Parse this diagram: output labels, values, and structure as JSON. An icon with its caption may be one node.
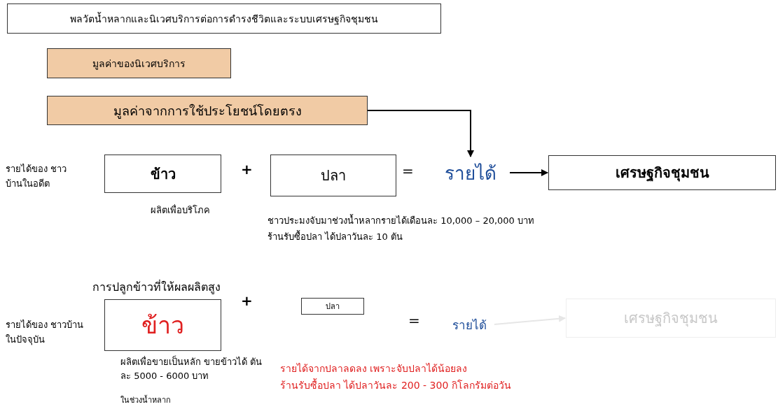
{
  "diagram": {
    "nodes": [
      {
        "text": [
          "พลวัตน้ำหลากและนิเวศบริการต่อการดำรงชีวิตและระบบเศรษฐกิจชุมชน"
        ]
      },
      {
        "text": [
          "มูลค่าของนิเวศบริการ"
        ]
      },
      {
        "text": [
          "มูลค่าจากการใช้ประโยชน์โดยตรง"
        ]
      },
      {
        "text": [
          "ข้าว"
        ],
        "beside": [
          "ผลิตเพื่อบริโภค"
        ]
      },
      {
        "text": [
          "ปลา"
        ]
      },
      {
        "text": [
          "รายได้"
        ]
      },
      {
        "text": [
          "เศรษฐกิจชุมชน"
        ]
      },
      {
        "text": [
          "ข้าว"
        ],
        "beside": [
          "ผลิตเพื่อขายเป็นหลัก ขายข้าวได้ ตันละ 5000 - 6000 บาท",
          "ในช่วงน้ำหลาก"
        ]
      },
      {
        "text": [
          "ปลา"
        ]
      },
      {
        "text": [
          "รายได้"
        ]
      },
      {
        "text": [
          "เศรษฐกิจชุมชน"
        ]
      }
    ],
    "edges": [
      {
        "from": 2,
        "to": 5,
        "arrow": "to"
      },
      {
        "from": 5,
        "to": 6,
        "arrow": "to"
      },
      {
        "from": 9,
        "to": 10,
        "arrow": "to",
        "color": "#e6e6e6"
      }
    ],
    "labels": [
      "รายได้ของ ชาวบ้านในอดีต",
      "+",
      "=",
      "ชาวประมงจับมาช่วงน้ำหลากรายได้เดือนละ 10,000 – 20,000 บาท",
      "ร้านรับซื้อปลา ได้ปลาวันละ 10 ตัน",
      "การปลูกข้าวที่ให้ผลผลิตสูง",
      "รายได้ของ ชาวบ้านในปัจจุบัน",
      "+",
      "=",
      "รายได้จากปลาลดลง เพราะจับปลาได้น้อยลง",
      "ร้านรับซื้อปลา ได้ปลาวันละ 200 - 300 กิโลกรัมต่อวัน"
    ]
  }
}
